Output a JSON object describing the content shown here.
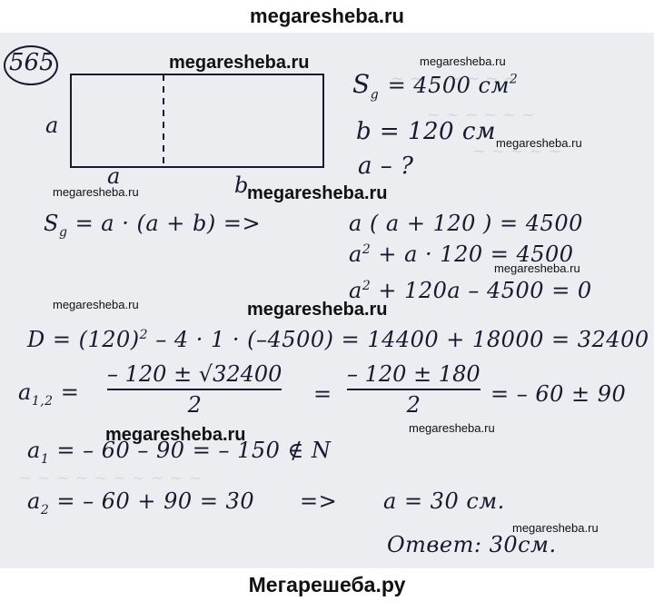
{
  "header": {
    "site": "megaresheba.ru"
  },
  "footer": {
    "site": "Мегарешеба.ру"
  },
  "watermarks": {
    "big": "megaresheba.ru",
    "small": "megaresheba.ru"
  },
  "problem_number": "565",
  "diagram": {
    "side_left": "a",
    "bottom_a": "a",
    "bottom_b": "b"
  },
  "given": {
    "area": "S",
    "area_sub": "g",
    "area_value": "= 4500 см",
    "area_sup": "2",
    "b_line": "b = 120 см",
    "find": "a – ?"
  },
  "lines": {
    "formula_left": "S",
    "formula_sub": "g",
    "formula_rest": "= a · (a + b)   =>",
    "eq1": "a ( a + 120 ) = 4500",
    "eq2_a": "a",
    "eq2_sup": "2",
    "eq2_rest": "+ a · 120  = 4500",
    "eq3_a": "a",
    "eq3_sup": "2",
    "eq3_rest": "+ 120a – 4500 = 0",
    "disc_left": "D = (120)",
    "disc_sup": "2",
    "disc_rest": "– 4 · 1 · (–4500)  = 14400 + 18000 = 32400",
    "roots_label": "a",
    "roots_sub": "1,2",
    "roots_eq": "=",
    "frac1_num": "– 120 ± √32400",
    "frac1_den": "2",
    "frac2_num": "– 120 ± 180",
    "frac2_den": "2",
    "roots_result": "= – 60 ± 90",
    "a1_label": "a",
    "a1_sub": "1",
    "a1_rest": "= – 60 – 90 = – 150 ∉ N",
    "a2_label": "a",
    "a2_sub": "2",
    "a2_rest": "= – 60 + 90 = 30",
    "a2_arrow": "=>",
    "a2_result": "a = 30 см.",
    "answer": "Ответ: 30см."
  }
}
